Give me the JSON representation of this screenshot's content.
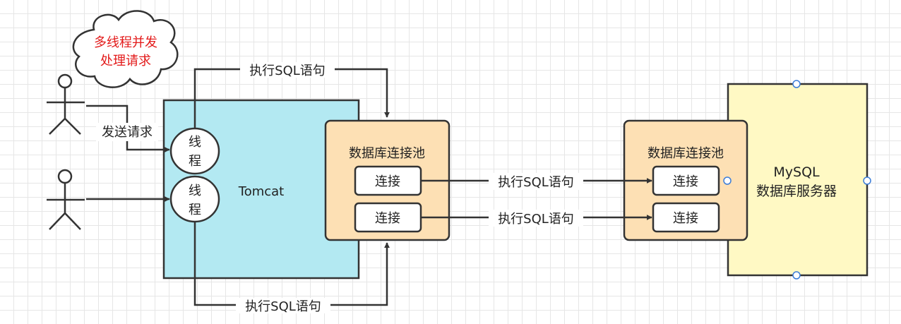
{
  "cloud": {
    "line1": "多线程并发",
    "line2": "处理请求",
    "text_color": "#e31a1a"
  },
  "labels": {
    "send_request": "发送请求",
    "exec_top": "执行SQL语句",
    "exec_bottom": "执行SQL语句",
    "exec_conn1": "执行SQL语句",
    "exec_conn2": "执行SQL语句"
  },
  "tomcat": {
    "title": "Tomcat",
    "thread1": {
      "line1": "线",
      "line2": "程"
    },
    "thread2": {
      "line1": "线",
      "line2": "程"
    },
    "fill": "#b3e9f2"
  },
  "pool_left": {
    "title": "数据库连接池",
    "connections": [
      "连接",
      "连接"
    ],
    "fill": "#fde0b4"
  },
  "pool_right": {
    "title": "数据库连接池",
    "connections": [
      "连接",
      "连接"
    ],
    "fill": "#fde0b4"
  },
  "mysql": {
    "line1": "MySQL",
    "line2": "数据库服务器",
    "fill": "#fff9c4"
  }
}
